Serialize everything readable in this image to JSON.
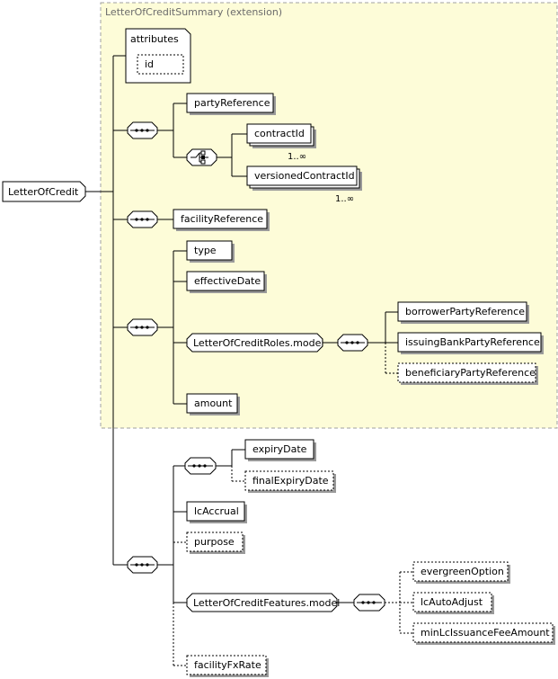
{
  "extension": {
    "title": "LetterOfCreditSummary (extension)"
  },
  "root": {
    "label": "LetterOfCredit"
  },
  "attributes": {
    "title": "attributes",
    "id_label": "id"
  },
  "elements": {
    "partyReference": "partyReference",
    "contractId": "contractId",
    "contractId_card": "1..∞",
    "versionedContractId": "versionedContractId",
    "versionedContractId_card": "1..∞",
    "facilityReference": "facilityReference",
    "type": "type",
    "effectiveDate": "effectiveDate",
    "rolesModel": "LetterOfCreditRoles.model",
    "borrowerPartyReference": "borrowerPartyReference",
    "issuingBankPartyReference": "issuingBankPartyReference",
    "beneficiaryPartyReference": "beneficiaryPartyReference",
    "amount": "amount",
    "expiryDate": "expiryDate",
    "finalExpiryDate": "finalExpiryDate",
    "lcAccrual": "lcAccrual",
    "purpose": "purpose",
    "featuresModel": "LetterOfCreditFeatures.model",
    "evergreenOption": "evergreenOption",
    "lcAutoAdjust": "lcAutoAdjust",
    "minLcIssuanceFeeAmount": "minLcIssuanceFeeAmount",
    "facilityFxRate": "facilityFxRate"
  }
}
